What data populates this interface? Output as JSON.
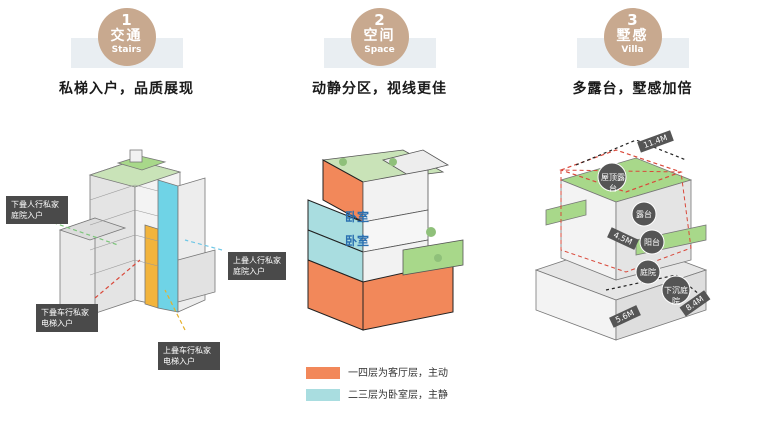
{
  "columns": [
    {
      "number": "1",
      "title_cn": "交通",
      "title_en": "Stairs",
      "heading": "私梯入户，品质展现"
    },
    {
      "number": "2",
      "title_cn": "空间",
      "title_en": "Space",
      "heading": "动静分区，视线更佳"
    },
    {
      "number": "3",
      "title_cn": "墅感",
      "title_en": "Villa",
      "heading": "多露台，墅感加倍"
    }
  ],
  "stairs_callouts": {
    "lower_person_entry": "下叠人行私家庭院入户",
    "upper_person_entry": "上叠人行私家庭院入户",
    "lower_car_elevator": "下叠车行私家电梯入户",
    "upper_car_elevator": "上叠车行私家电梯入户"
  },
  "space_labels": {
    "bedroom_1": "卧室",
    "bedroom_2": "卧室"
  },
  "villa_labels": {
    "roof_terrace": "屋顶露台",
    "terrace": "露台",
    "balcony": "阳台",
    "courtyard": "庭院",
    "sunken_courtyard": "下沉庭院",
    "dim_1": "11.4M",
    "dim_2": "4.5M",
    "dim_3": "5.6M",
    "dim_4": "8.4M"
  },
  "legend": [
    {
      "text": "一四层为客厅层，主动",
      "color": "#f2885a"
    },
    {
      "text": "二三层为卧室层，主静",
      "color": "#a9dde0"
    }
  ],
  "colors": {
    "badge": "#c8a98f",
    "band": "#e9eef2",
    "stair_orange": "#f2b43c",
    "stair_cyan": "#6fd3e6",
    "green": "#a8d88a",
    "living": "#f2885a",
    "bedroom": "#a9dde0"
  }
}
